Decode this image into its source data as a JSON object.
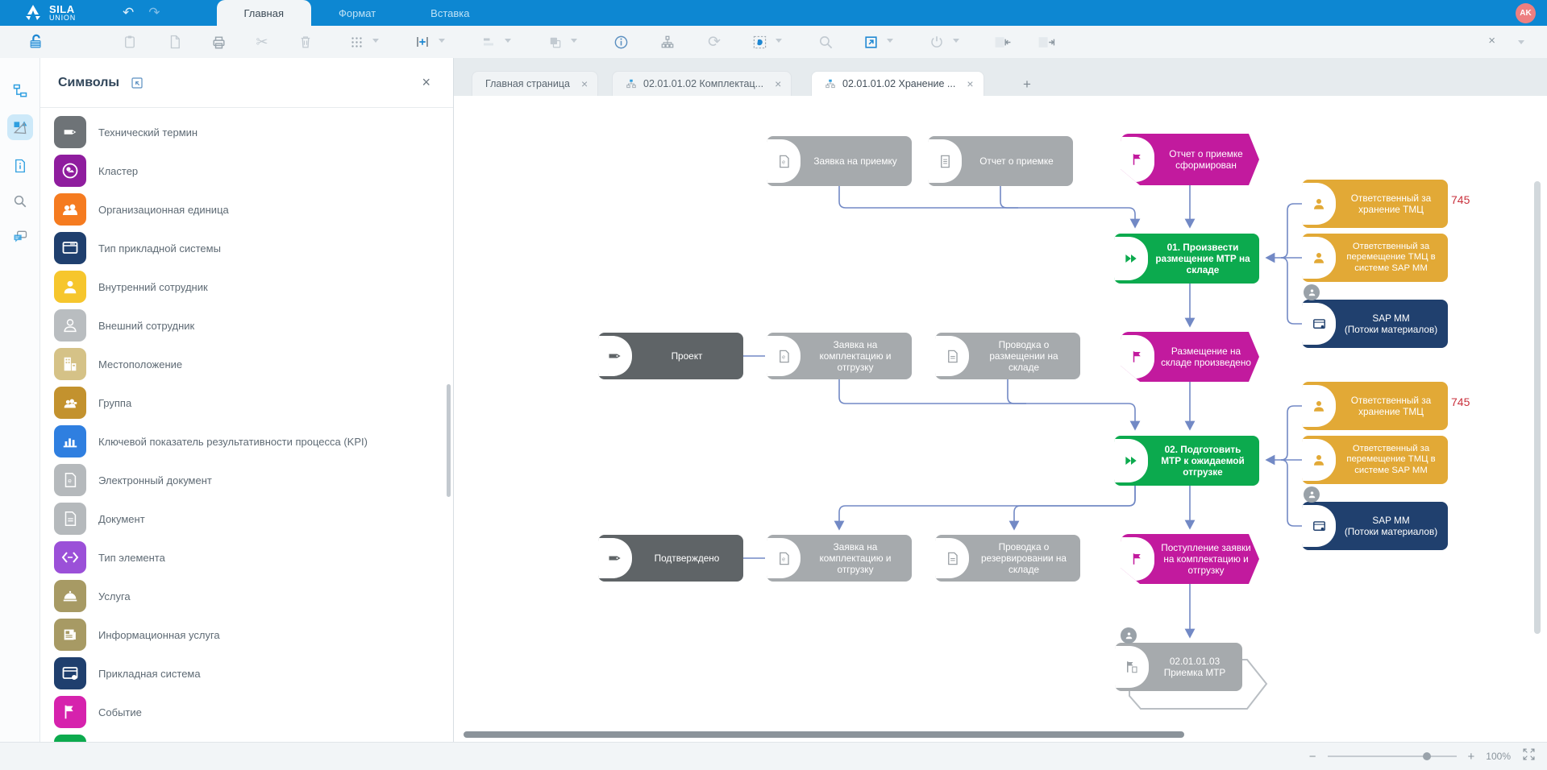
{
  "topbar": {
    "brand_top": "SILA",
    "brand_bottom": "UNION",
    "menu_tabs": [
      {
        "label": "Главная",
        "active": true
      },
      {
        "label": "Формат",
        "active": false
      },
      {
        "label": "Вставка",
        "active": false
      }
    ],
    "avatar": "AK"
  },
  "toolbar": {
    "icons": [
      "lock",
      "paste",
      "new-page",
      "print",
      "cut",
      "delete",
      "grid",
      "insert-node",
      "align",
      "copy-style",
      "info",
      "hierarchy",
      "refresh",
      "selection",
      "search",
      "open-in-new",
      "power",
      "dock-left",
      "dock-right"
    ],
    "close": "×"
  },
  "left_rail": {
    "icons": [
      "model-tree",
      "symbols",
      "document-info",
      "search",
      "comments"
    ]
  },
  "symbols_panel": {
    "title": "Символы",
    "items": [
      {
        "label": "Технический термин",
        "color": "#6e7377",
        "icon": "technical-term"
      },
      {
        "label": "Кластер",
        "color": "#8f1d9e",
        "icon": "cluster"
      },
      {
        "label": "Организационная единица",
        "color": "#f57b20",
        "icon": "org-unit"
      },
      {
        "label": "Тип прикладной системы",
        "color": "#1f3f6e",
        "icon": "app-system-type"
      },
      {
        "label": "Внутренний сотрудник",
        "color": "#f6c62d",
        "icon": "internal-employee"
      },
      {
        "label": "Внешний сотрудник",
        "color": "#b9bdc0",
        "icon": "external-employee"
      },
      {
        "label": "Местоположение",
        "color": "#d5c287",
        "icon": "location"
      },
      {
        "label": "Группа",
        "color": "#c3922e",
        "icon": "group"
      },
      {
        "label": "Ключевой показатель результативности процесса (KPI)",
        "color": "#2f7fe0",
        "icon": "kpi"
      },
      {
        "label": "Электронный документ",
        "color": "#b5b9bc",
        "icon": "e-document"
      },
      {
        "label": "Документ",
        "color": "#b5b9bc",
        "icon": "document"
      },
      {
        "label": "Тип элемента",
        "color": "#9b50d8",
        "icon": "element-type"
      },
      {
        "label": "Услуга",
        "color": "#a79a64",
        "icon": "service"
      },
      {
        "label": "Информационная услуга",
        "color": "#a79a64",
        "icon": "info-service"
      },
      {
        "label": "Прикладная система",
        "color": "#1f3f6e",
        "icon": "app-system"
      },
      {
        "label": "Событие",
        "color": "#d622ad",
        "icon": "event"
      },
      {
        "label": "",
        "color": "#0caa4e",
        "icon": "function"
      }
    ]
  },
  "doc_tabs": [
    {
      "label": "Главная страница",
      "close": "×"
    },
    {
      "label": "02.01.01.02 Комплектац...",
      "close": "×"
    },
    {
      "label": "02.01.01.02 Хранение ...",
      "close": "×"
    }
  ],
  "doc_tabs_add": "+",
  "diagram": {
    "colors": {
      "function_green": "#0caa4e",
      "event_magenta": "#c21a9e",
      "document_gray": "#a6aaad",
      "term_dark_gray": "#5f6467",
      "role_amber": "#e2a936",
      "system_navy": "#20406e",
      "connector_blue": "#7289c5",
      "count_red": "#c9303c"
    },
    "nodes": {
      "doc1": "Заявка на приемку",
      "doc2": "Отчет о приемке",
      "event1": "Отчет о приемке сформирован",
      "func1": "01. Произвести размещение МТР на складе",
      "role1a": "Ответственный за хранение ТМЦ",
      "role1b": "Ответственный за перемещение ТМЦ в системе SAP MM",
      "sys1_line1": "SAP MM",
      "sys1_line2": "(Потоки материалов)",
      "count1": "745",
      "event2": "Размещение на складе произведено",
      "term1": "Проект",
      "doc3": "Заявка на комплектацию и отгрузку",
      "doc4": "Проводка о размещении на складе",
      "func2": "02. Подготовить МТР к ожидаемой отгрузке",
      "role2a": "Ответственный за хранение ТМЦ",
      "role2b": "Ответственный за перемещение ТМЦ в системе SAP MM",
      "sys2_line1": "SAP MM",
      "sys2_line2": "(Потоки материалов)",
      "count2": "745",
      "event3": "Поступление заявки на комплектацию и отгрузку",
      "term2": "Подтверждено",
      "doc5": "Заявка на комплектацию и отгрузку",
      "doc6": "Проводка о резервировании на складе",
      "iface_line1": "02.01.01.03",
      "iface_line2": "Приемка МТР"
    }
  },
  "statusbar": {
    "zoom_out": "−",
    "zoom_in": "+",
    "zoom_level": "100%"
  }
}
